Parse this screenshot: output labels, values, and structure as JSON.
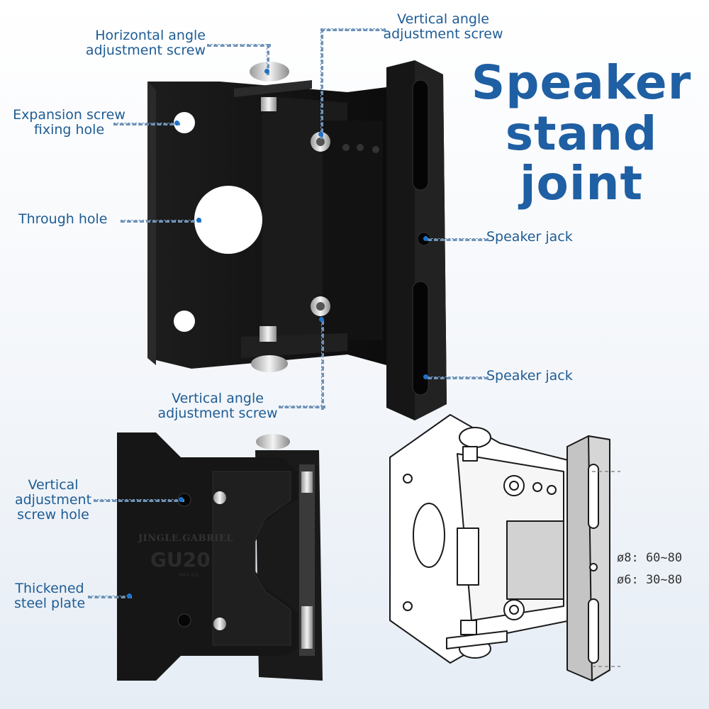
{
  "title": {
    "line1": "Speaker",
    "line2": "stand",
    "line3": "joint"
  },
  "callouts": {
    "horizontal_screw": [
      "Horizontal angle",
      "adjustment screw"
    ],
    "vertical_screw_top": [
      "Vertical angle",
      "adjustment screw"
    ],
    "expansion_hole": [
      "Expansion screw",
      "fixing hole"
    ],
    "through_hole": "Through hole",
    "speaker_jack_1": "Speaker jack",
    "speaker_jack_2": "Speaker jack",
    "vertical_screw_bottom": [
      "Vertical angle",
      "adjustment screw"
    ],
    "vertical_screw_hole": [
      "Vertical",
      "adjustment",
      "screw hole"
    ],
    "steel_plate": [
      "Thickened",
      "steel plate"
    ]
  },
  "product": {
    "brand": "JINGLE.GABRIEL",
    "model": "GU20",
    "model_sub": "MAX KG"
  },
  "dimensions": {
    "d8": "ø8: 60~80",
    "d6": "ø6: 30~80"
  },
  "colors": {
    "title": "#1f5fa3",
    "callout_text": "#1e5c94",
    "callout_dot": "#1e72c8",
    "bracket_black": "#141414",
    "diagram_gray": "#c4c4c4"
  }
}
